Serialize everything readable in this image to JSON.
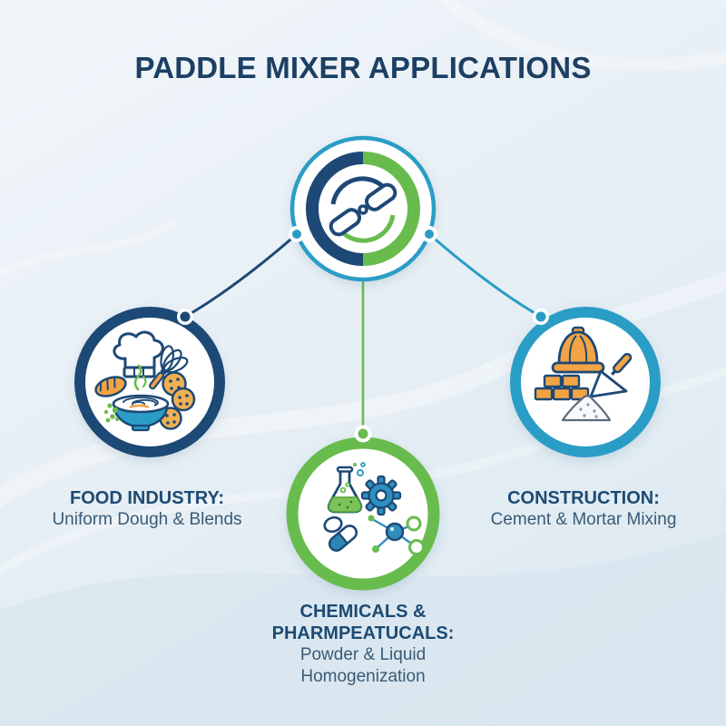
{
  "title": "PADDLE MIXER APPLICATIONS",
  "hub": {
    "icon": "paddle-mixer-rotation-icon"
  },
  "nodes": {
    "food": {
      "heading": "FOOD INDUSTRY:",
      "description": "Uniform Dough & Blends",
      "ring_color": "#1e4976",
      "icons": [
        "chef-hat",
        "whisk",
        "bread-loaf",
        "cookies",
        "mixing-bowl",
        "green-peas"
      ]
    },
    "chemicals": {
      "heading": "CHEMICALS & PHARMPEATUCALS:",
      "description": "Powder & Liquid Homogenization",
      "ring_color": "#68bc4d",
      "icons": [
        "erlenmeyer-flask",
        "gear",
        "capsule-pill",
        "molecule"
      ]
    },
    "construction": {
      "heading": "CONSTRUCTION:",
      "description": "Cement & Mortar Mixing",
      "ring_color": "#2a9dc6",
      "icons": [
        "hard-hat",
        "trowel",
        "bricks",
        "sand-pile"
      ]
    }
  },
  "colors": {
    "navy": "#1e4976",
    "teal": "#2a9dc6",
    "green": "#68bc4d",
    "orange": "#f2a444",
    "text_title": "#1c3f63",
    "text_heading": "#1d4a73",
    "text_body": "#3a5a75",
    "background": "#e6eef5"
  }
}
